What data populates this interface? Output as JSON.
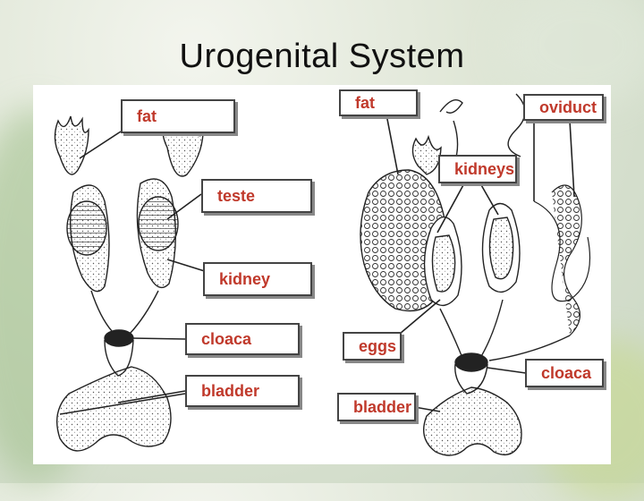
{
  "slide": {
    "title": "Urogenital System"
  },
  "male_labels": {
    "fat": "fat",
    "teste": "teste",
    "kidney": "kidney",
    "cloaca": "cloaca",
    "bladder": "bladder"
  },
  "female_labels": {
    "fat": "fat",
    "oviduct": "oviduct",
    "kidneys": "kidneys",
    "eggs": "eggs",
    "cloaca": "cloaca",
    "bladder": "bladder"
  },
  "colors": {
    "label_text": "#c0392b",
    "line": "#222222"
  }
}
